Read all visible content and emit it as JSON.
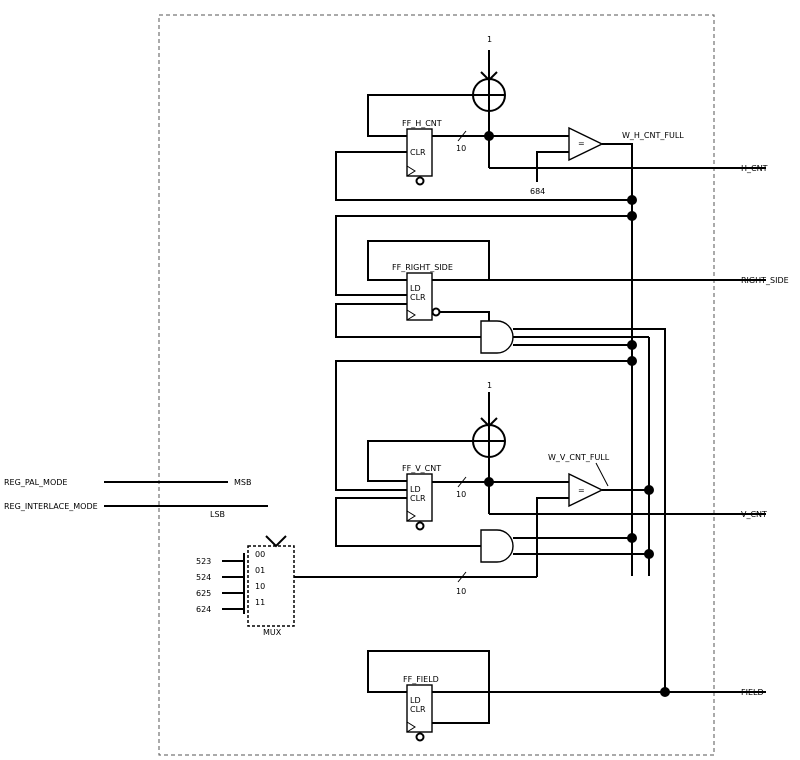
{
  "inputs": {
    "pal_mode": "REG_PAL_MODE",
    "interlace_mode": "REG_INTERLACE_MODE",
    "msb": "MSB",
    "lsb": "LSB"
  },
  "mux": {
    "label": "MUX",
    "selectors": [
      "00",
      "01",
      "10",
      "11"
    ],
    "constants": [
      "523",
      "524",
      "625",
      "624"
    ]
  },
  "h_counter": {
    "increment": "1",
    "ff_label": "FF_H_CNT",
    "clr": "CLR",
    "width": "10",
    "compare_const": "684",
    "eq": "=",
    "full_label": "W_H_CNT_FULL",
    "output": "H_CNT"
  },
  "right_side": {
    "ff_label": "FF_RIGHT_SIDE",
    "ld": "LD",
    "clr": "CLR",
    "output": "RIGHT_SIDE"
  },
  "v_counter": {
    "increment": "1",
    "ff_label": "FF_V_CNT",
    "ld": "LD",
    "clr": "CLR",
    "width": "10",
    "eq": "=",
    "full_label": "W_V_CNT_FULL",
    "output": "V_CNT",
    "mux_width": "10"
  },
  "field": {
    "ff_label": "FF_FIELD",
    "ld": "LD",
    "clr": "CLR",
    "output": "FIELD"
  }
}
